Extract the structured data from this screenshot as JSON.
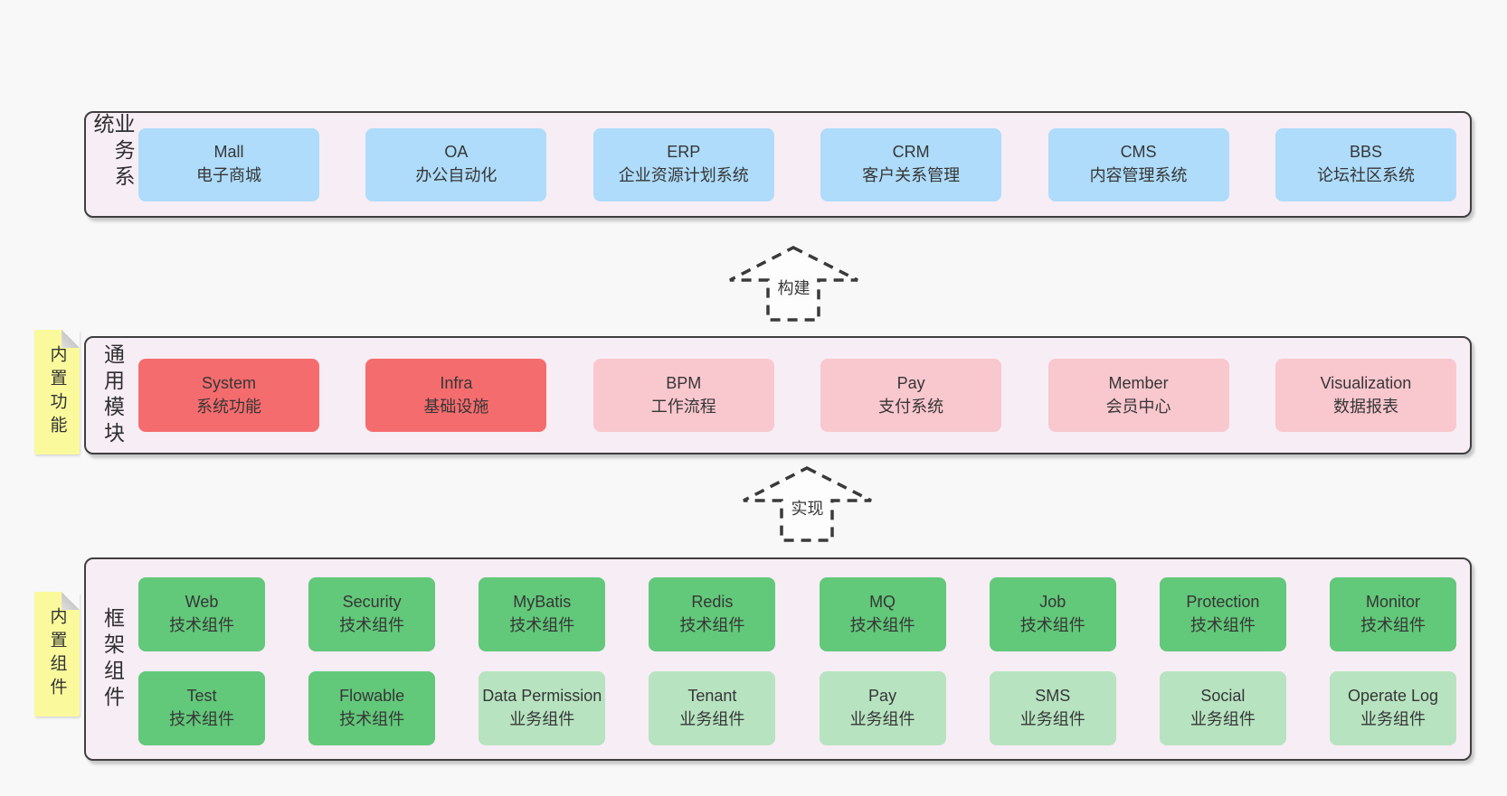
{
  "colors": {
    "page_bg": "#f8f8f8",
    "panel_bg": "#f7edf5",
    "panel_border": "#3f3f3f",
    "blue_node": "#aedcfa",
    "red_node": "#f56c6e",
    "pink_node": "#f9c7ce",
    "green_node": "#62c87a",
    "light_green_node": "#b7e3c0",
    "sticky_yellow": "#fafa9d",
    "text": "#3a3a3a"
  },
  "arrows": [
    {
      "label": "构建"
    },
    {
      "label": "实现"
    }
  ],
  "layers": [
    {
      "label": "业务系统",
      "items": [
        {
          "title": "Mall",
          "subtitle": "电子商城"
        },
        {
          "title": "OA",
          "subtitle": "办公自动化"
        },
        {
          "title": "ERP",
          "subtitle": "企业资源计划系统"
        },
        {
          "title": "CRM",
          "subtitle": "客户关系管理"
        },
        {
          "title": "CMS",
          "subtitle": "内容管理系统"
        },
        {
          "title": "BBS",
          "subtitle": "论坛社区系统"
        }
      ]
    },
    {
      "label": "通用模块",
      "sticky": "内置功能",
      "items": [
        {
          "title": "System",
          "subtitle": "系统功能"
        },
        {
          "title": "Infra",
          "subtitle": "基础设施"
        },
        {
          "title": "BPM",
          "subtitle": "工作流程"
        },
        {
          "title": "Pay",
          "subtitle": "支付系统"
        },
        {
          "title": "Member",
          "subtitle": "会员中心"
        },
        {
          "title": "Visualization",
          "subtitle": "数据报表"
        }
      ]
    },
    {
      "label": "框架组件",
      "sticky": "内置组件",
      "rows": [
        [
          {
            "title": "Web",
            "subtitle": "技术组件"
          },
          {
            "title": "Security",
            "subtitle": "技术组件"
          },
          {
            "title": "MyBatis",
            "subtitle": "技术组件"
          },
          {
            "title": "Redis",
            "subtitle": "技术组件"
          },
          {
            "title": "MQ",
            "subtitle": "技术组件"
          },
          {
            "title": "Job",
            "subtitle": "技术组件"
          },
          {
            "title": "Protection",
            "subtitle": "技术组件"
          },
          {
            "title": "Monitor",
            "subtitle": "技术组件"
          }
        ],
        [
          {
            "title": "Test",
            "subtitle": "技术组件"
          },
          {
            "title": "Flowable",
            "subtitle": "技术组件"
          },
          {
            "title": "Data Permission",
            "subtitle": "业务组件"
          },
          {
            "title": "Tenant",
            "subtitle": "业务组件"
          },
          {
            "title": "Pay",
            "subtitle": "业务组件"
          },
          {
            "title": "SMS",
            "subtitle": "业务组件"
          },
          {
            "title": "Social",
            "subtitle": "业务组件"
          },
          {
            "title": "Operate Log",
            "subtitle": "业务组件"
          }
        ]
      ]
    }
  ]
}
